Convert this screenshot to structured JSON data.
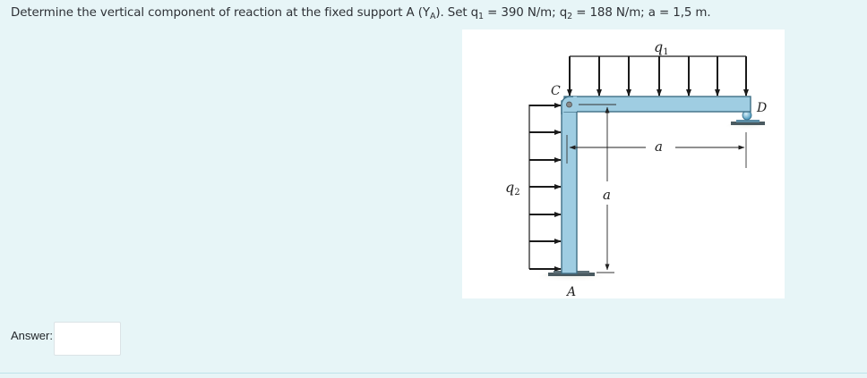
{
  "question": {
    "text_prefix": "Determine the vertical component of reaction at the fixed support A (Y",
    "text_sub": "A",
    "text_mid": "). Set q",
    "q1_sub": "1",
    "q1_value": " = 390 N/m; q",
    "q2_sub": "2",
    "q2_value": " = 188 N/m; a = 1,5 m."
  },
  "figure": {
    "labels": {
      "q1": "q",
      "q1_sub": "1",
      "q2": "q",
      "q2_sub": "2",
      "C": "C",
      "D": "D",
      "A": "A",
      "a_horizontal": "a",
      "a_vertical": "a"
    },
    "colors": {
      "member_fill": "#9fcde2",
      "member_stroke": "#3f6f86",
      "arrow": "#1a1a1a",
      "ground": "#4a5a60"
    }
  },
  "answer": {
    "label": "Answer:",
    "value": "",
    "placeholder": ""
  }
}
